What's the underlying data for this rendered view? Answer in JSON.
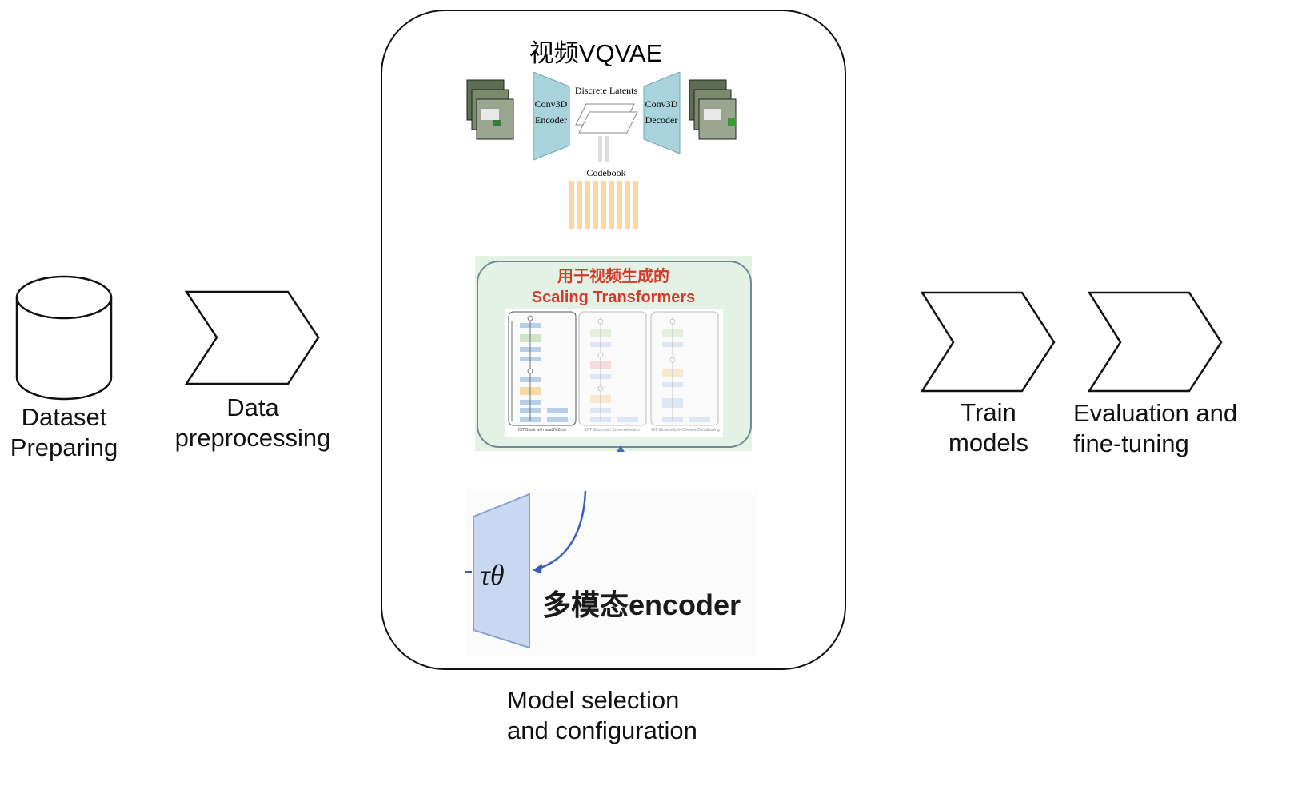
{
  "stages": {
    "dataset": {
      "label": "Dataset\nPreparing"
    },
    "preprocess": {
      "label": "Data\npreprocessing"
    },
    "model": {
      "label": "Model selection\nand configuration"
    },
    "train": {
      "label": "Train\nmodels"
    },
    "eval": {
      "label": "Evaluation and\nfine-tuning"
    }
  },
  "vqvae": {
    "title": "视频VQVAE",
    "encoder": "Conv3D\nEncoder",
    "decoder": "Conv3D\nDecoder",
    "latents": "Discrete Latents",
    "codebook": "Codebook"
  },
  "transformers": {
    "title_cn": "用于视频生成的",
    "title_en": "Scaling Transformers",
    "block_captions": [
      "DiT Block with adaLN-Zero",
      "DiT Block with Cross-Attention",
      "DiT Block with In-Context Conditioning"
    ]
  },
  "encoder_panel": {
    "symbol": "τθ",
    "label": "多模态encoder"
  },
  "colors": {
    "conv": "#a9d3da",
    "codebook": "#f7d7a4",
    "panel_bg": "#e4f2e6",
    "title_red": "#d23a2a",
    "encoder_blue": "#c9d8f0"
  }
}
